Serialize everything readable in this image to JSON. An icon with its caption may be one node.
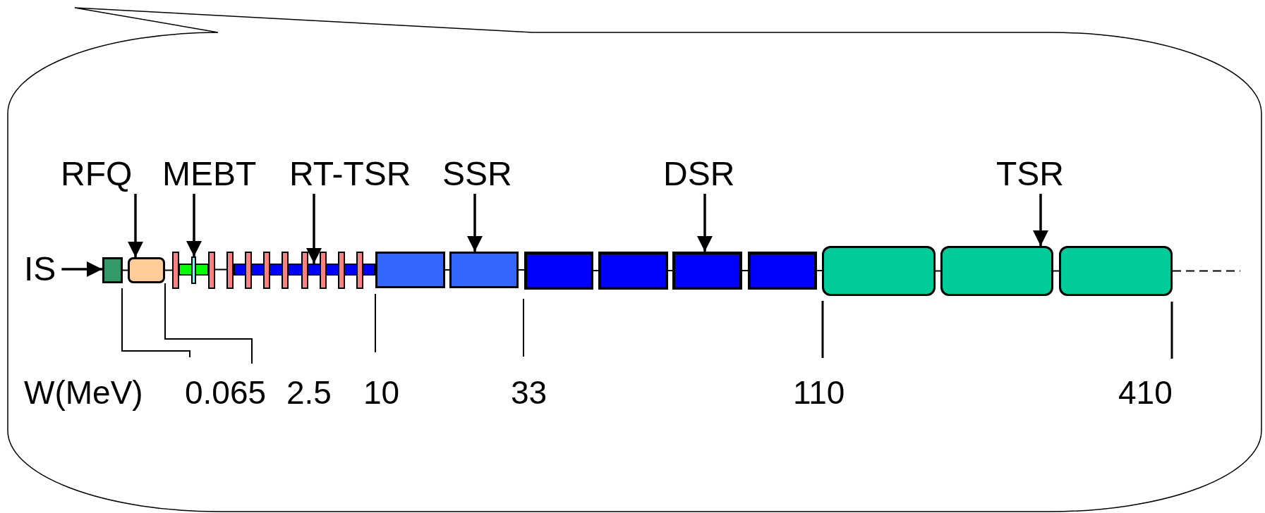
{
  "diagram": {
    "nodes": [
      {
        "text": [
          "RFQ"
        ]
      },
      {
        "text": [
          "MEBT"
        ]
      },
      {
        "text": [
          "RT-TSR"
        ]
      },
      {
        "text": [
          "SSR"
        ]
      },
      {
        "text": [
          "DSR"
        ]
      },
      {
        "text": [
          "TSR"
        ]
      },
      {
        "text": [
          "IS"
        ]
      },
      {
        "text": [],
        "shape": "box"
      },
      {
        "text": [],
        "shape": "box"
      },
      {
        "text": [],
        "shape": "bar"
      },
      {
        "text": [],
        "shape": "bar"
      },
      {
        "text": [],
        "shape": "bar"
      },
      {
        "text": [],
        "shape": "box"
      },
      {
        "text": [],
        "shape": "box"
      },
      {
        "text": [],
        "shape": "box"
      },
      {
        "text": [],
        "shape": "box"
      },
      {
        "text": [],
        "shape": "box"
      },
      {
        "text": [],
        "shape": "box"
      },
      {
        "text": [],
        "shape": "box"
      },
      {
        "text": [],
        "shape": "box"
      },
      {
        "text": [],
        "shape": "box"
      }
    ],
    "edges": [
      {
        "from": 6,
        "to": 7,
        "arrow": "to"
      },
      {
        "from": 0,
        "to": 8,
        "arrow": "to"
      },
      {
        "from": 1,
        "to": 10,
        "arrow": "to"
      },
      {
        "from": 2,
        "to": 11,
        "arrow": "to"
      },
      {
        "from": 3,
        "to": 13,
        "arrow": "to"
      },
      {
        "from": 4,
        "to": 16,
        "arrow": "to"
      },
      {
        "from": 5,
        "to": 19,
        "arrow": "to"
      },
      {
        "from": 7,
        "to": 8,
        "arrow": "none"
      },
      {
        "from": 8,
        "to": 9,
        "arrow": "none"
      },
      {
        "from": 9,
        "to": 11,
        "arrow": "none"
      },
      {
        "from": 12,
        "to": 13,
        "arrow": "none"
      },
      {
        "from": 13,
        "to": 14,
        "arrow": "none"
      },
      {
        "from": 14,
        "to": 15,
        "arrow": "none"
      },
      {
        "from": 15,
        "to": 16,
        "arrow": "none"
      },
      {
        "from": 16,
        "to": 17,
        "arrow": "none"
      },
      {
        "from": 17,
        "to": 18,
        "arrow": "none"
      },
      {
        "from": 18,
        "to": 19,
        "arrow": "none"
      },
      {
        "from": 19,
        "to": 20,
        "arrow": "none"
      },
      {
        "from": 20,
        "to": null,
        "arrow": "none",
        "style": "dashed"
      }
    ],
    "labels": [
      "W(MeV)",
      "0.065",
      "2.5",
      "10",
      "33",
      "110",
      "410"
    ]
  }
}
